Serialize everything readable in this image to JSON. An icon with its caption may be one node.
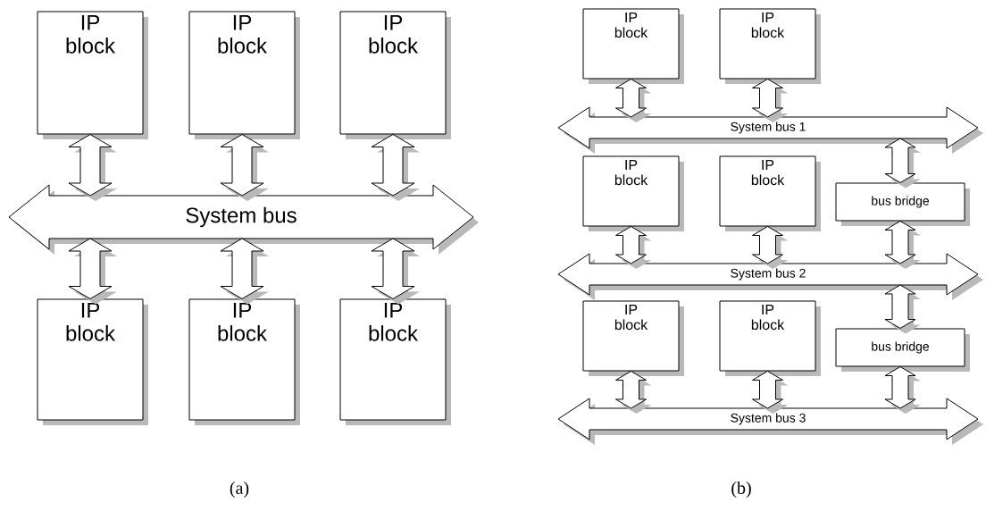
{
  "diagram": {
    "nodes": [
      {
        "text": [
          "IP block"
        ]
      },
      {
        "text": [
          "IP block"
        ]
      },
      {
        "text": [
          "IP block"
        ]
      },
      {
        "text": [
          "System bus"
        ]
      },
      {
        "text": [
          "IP block"
        ]
      },
      {
        "text": [
          "IP block"
        ]
      },
      {
        "text": [
          "IP block"
        ]
      },
      {
        "text": [
          "IP block"
        ]
      },
      {
        "text": [
          "IP block"
        ]
      },
      {
        "text": [
          "System bus 1"
        ]
      },
      {
        "text": [
          "IP block"
        ]
      },
      {
        "text": [
          "IP block"
        ]
      },
      {
        "text": [
          "bus bridge"
        ]
      },
      {
        "text": [
          "System bus 2"
        ]
      },
      {
        "text": [
          "IP block"
        ]
      },
      {
        "text": [
          "IP block"
        ]
      },
      {
        "text": [
          "bus bridge"
        ]
      },
      {
        "text": [
          "System bus 3"
        ]
      }
    ],
    "edges": [
      {
        "from": 0,
        "to": 3,
        "arrow": "both"
      },
      {
        "from": 1,
        "to": 3,
        "arrow": "both"
      },
      {
        "from": 2,
        "to": 3,
        "arrow": "both"
      },
      {
        "from": 3,
        "to": 4,
        "arrow": "both"
      },
      {
        "from": 3,
        "to": 5,
        "arrow": "both"
      },
      {
        "from": 3,
        "to": 6,
        "arrow": "both"
      },
      {
        "from": 7,
        "to": 9,
        "arrow": "both"
      },
      {
        "from": 8,
        "to": 9,
        "arrow": "both"
      },
      {
        "from": 9,
        "to": 12,
        "arrow": "both"
      },
      {
        "from": 10,
        "to": 13,
        "arrow": "both"
      },
      {
        "from": 11,
        "to": 13,
        "arrow": "both"
      },
      {
        "from": 12,
        "to": 13,
        "arrow": "both"
      },
      {
        "from": 13,
        "to": 16,
        "arrow": "both"
      },
      {
        "from": 14,
        "to": 17,
        "arrow": "both"
      },
      {
        "from": 15,
        "to": 17,
        "arrow": "both"
      },
      {
        "from": 16,
        "to": 17,
        "arrow": "both"
      }
    ],
    "labels": [
      "(a)",
      "(b)"
    ]
  }
}
